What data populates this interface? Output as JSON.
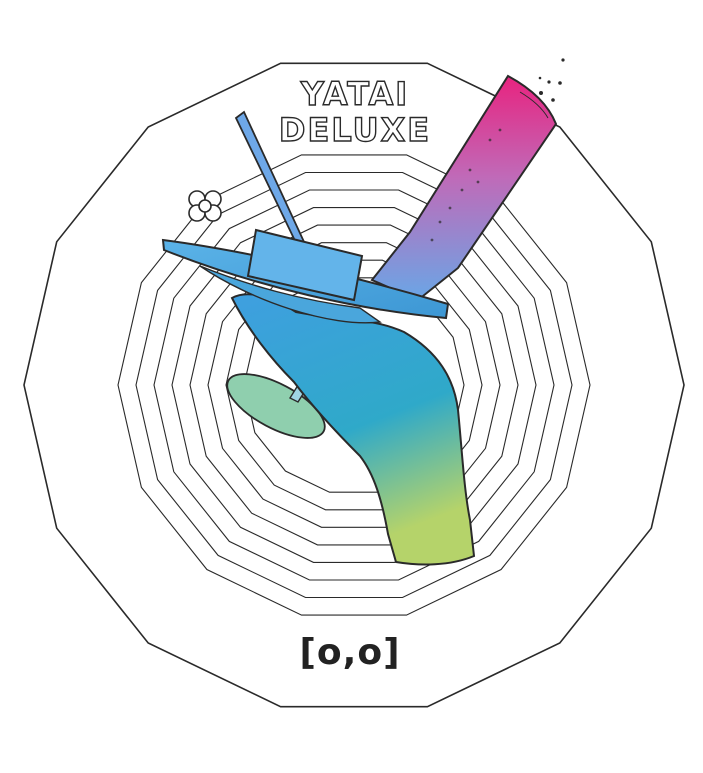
{
  "brand": {
    "line1": "YATAI",
    "line2": "DELUXE"
  },
  "label": "[o,o]",
  "icons": {
    "badge": "flower-icon"
  },
  "colors": {
    "outline": "#2a2a2a",
    "bottle_top": "#e8237f",
    "bottle_bottom": "#6aa6e6",
    "hand_top": "#3f9fe0",
    "hand_mid": "#2fa9c9",
    "hand_bottom": "#b5d36a",
    "glass_base": "#8fcfae"
  }
}
